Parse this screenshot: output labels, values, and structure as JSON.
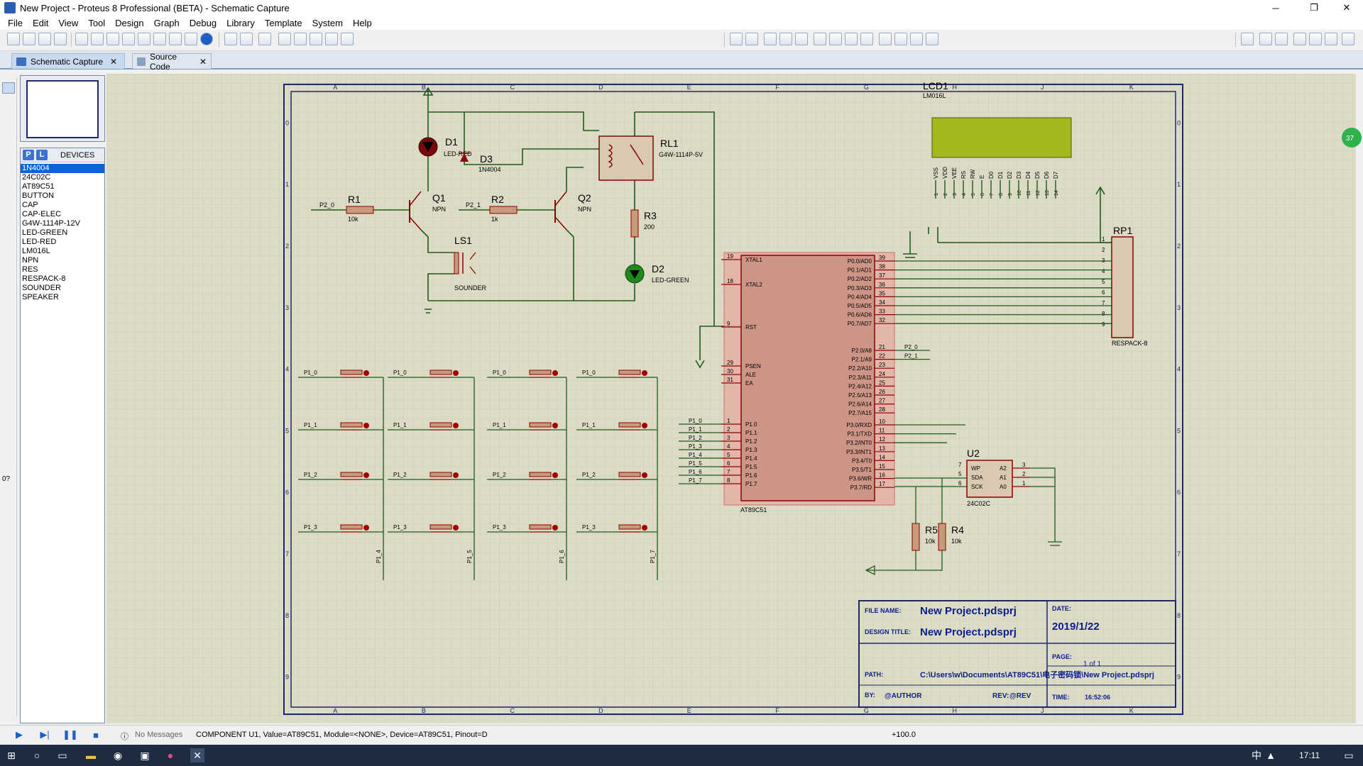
{
  "window": {
    "title": "New Project - Proteus 8 Professional (BETA) - Schematic Capture",
    "minimize": "─",
    "restore": "❐",
    "close": "✕"
  },
  "menu": [
    "File",
    "Edit",
    "View",
    "Tool",
    "Design",
    "Graph",
    "Debug",
    "Library",
    "Template",
    "System",
    "Help"
  ],
  "tabs": [
    {
      "label": "Schematic Capture",
      "close": "✕",
      "active": true
    },
    {
      "label": "Source Code",
      "close": "✕",
      "active": false
    }
  ],
  "devices": {
    "title": "DEVICES",
    "p_btn": "P",
    "l_btn": "L",
    "items": [
      "1N4004",
      "24C02C",
      "AT89C51",
      "BUTTON",
      "CAP",
      "CAP-ELEC",
      "G4W-1114P-12V",
      "LED-GREEN",
      "LED-RED",
      "LM016L",
      "NPN",
      "RES",
      "RESPACK-8",
      "SOUNDER",
      "SPEAKER"
    ],
    "selected": "1N4004"
  },
  "left_rotation": "0?",
  "schematic": {
    "cols": [
      "A",
      "B",
      "C",
      "D",
      "E",
      "F",
      "G",
      "H",
      "J",
      "K"
    ],
    "rows": [
      "0",
      "1",
      "2",
      "3",
      "4",
      "5",
      "6",
      "7",
      "8",
      "9"
    ],
    "components": {
      "d1": {
        "ref": "D1",
        "value": "LED-RED"
      },
      "d3": {
        "ref": "D3",
        "value": "1N4004"
      },
      "rl1": {
        "ref": "RL1",
        "value": "G4W-1114P-5V"
      },
      "r1": {
        "ref": "R1",
        "value": "10k"
      },
      "r2": {
        "ref": "R2",
        "value": "1k"
      },
      "r3": {
        "ref": "R3",
        "value": "200"
      },
      "q1": {
        "ref": "Q1",
        "value": "NPN"
      },
      "q2": {
        "ref": "Q2",
        "value": "NPN"
      },
      "ls1": {
        "ref": "LS1",
        "value": "SOUNDER"
      },
      "d2": {
        "ref": "D2",
        "value": "LED-GREEN"
      },
      "lcd1": {
        "ref": "LCD1",
        "value": "LM016L"
      },
      "rp1": {
        "ref": "RP1",
        "value": "RESPACK-8"
      },
      "u1": {
        "value": "AT89C51"
      },
      "u2": {
        "ref": "U2",
        "value": "24C02C"
      },
      "r5": {
        "ref": "R5",
        "value": "10k"
      },
      "r4": {
        "ref": "R4",
        "value": "10k"
      }
    },
    "lcd_pins": [
      "VSS",
      "VDD",
      "VEE",
      "RS",
      "RW",
      "E",
      "D0",
      "D1",
      "D2",
      "D3",
      "D4",
      "D5",
      "D6",
      "D7"
    ],
    "lcd_pin_nums": [
      "1",
      "2",
      "3",
      "4",
      "5",
      "6",
      "7",
      "8",
      "9",
      "10",
      "11",
      "12",
      "13",
      "14"
    ],
    "net_labels": {
      "p2_0": "P2_0",
      "p2_1": "P2_1"
    },
    "u1_left": [
      {
        "num": "19",
        "name": "XTAL1"
      },
      {
        "num": "18",
        "name": "XTAL2"
      },
      {
        "num": "9",
        "name": "RST"
      },
      {
        "num": "29",
        "name": "PSEN"
      },
      {
        "num": "30",
        "name": "ALE"
      },
      {
        "num": "31",
        "name": "EA"
      },
      {
        "num": "1",
        "name": "P1.0"
      },
      {
        "num": "2",
        "name": "P1.1"
      },
      {
        "num": "3",
        "name": "P1.2"
      },
      {
        "num": "4",
        "name": "P1.3"
      },
      {
        "num": "5",
        "name": "P1.4"
      },
      {
        "num": "6",
        "name": "P1.5"
      },
      {
        "num": "7",
        "name": "P1.6"
      },
      {
        "num": "8",
        "name": "P1.7"
      }
    ],
    "u1_right": [
      {
        "num": "39",
        "name": "P0.0/AD0"
      },
      {
        "num": "38",
        "name": "P0.1/AD1"
      },
      {
        "num": "37",
        "name": "P0.2/AD2"
      },
      {
        "num": "36",
        "name": "P0.3/AD3"
      },
      {
        "num": "35",
        "name": "P0.4/AD4"
      },
      {
        "num": "34",
        "name": "P0.5/AD5"
      },
      {
        "num": "33",
        "name": "P0.6/AD6"
      },
      {
        "num": "32",
        "name": "P0.7/AD7"
      },
      {
        "num": "21",
        "name": "P2.0/A8"
      },
      {
        "num": "22",
        "name": "P2.1/A9"
      },
      {
        "num": "23",
        "name": "P2.2/A10"
      },
      {
        "num": "24",
        "name": "P2.3/A11"
      },
      {
        "num": "25",
        "name": "P2.4/A12"
      },
      {
        "num": "26",
        "name": "P2.5/A13"
      },
      {
        "num": "27",
        "name": "P2.6/A14"
      },
      {
        "num": "28",
        "name": "P2.7/A15"
      },
      {
        "num": "10",
        "name": "P3.0/RXD"
      },
      {
        "num": "11",
        "name": "P3.1/TXD"
      },
      {
        "num": "12",
        "name": "P3.2/INT0"
      },
      {
        "num": "13",
        "name": "P3.3/INT1"
      },
      {
        "num": "14",
        "name": "P3.4/T0"
      },
      {
        "num": "15",
        "name": "P3.5/T1"
      },
      {
        "num": "16",
        "name": "P3.6/WR"
      },
      {
        "num": "17",
        "name": "P3.7/RD"
      }
    ],
    "u1_p1_labels": [
      "P1_0",
      "P1_1",
      "P1_2",
      "P1_3",
      "P1_4",
      "P1_5",
      "P1_6",
      "P1_7"
    ],
    "u1_p2_labels": [
      "P2_0",
      "P2_1"
    ],
    "rp1_pins": [
      "1",
      "2",
      "3",
      "4",
      "5",
      "6",
      "7",
      "8",
      "9"
    ],
    "u2_pins": [
      {
        "num": "7",
        "name": "WP",
        "rname": "A2",
        "rnum": "3"
      },
      {
        "num": "5",
        "name": "SDA",
        "rname": "A1",
        "rnum": "2"
      },
      {
        "num": "6",
        "name": "SCK",
        "rname": "A0",
        "rnum": "1"
      }
    ],
    "keypad_row_labels": [
      "P1_0",
      "P1_1",
      "P1_2",
      "P1_3"
    ],
    "keypad_col_labels": [
      "P1_4",
      "P1_5",
      "P1_6",
      "P1_7"
    ],
    "title_block": {
      "file_name_label": "FILE NAME:",
      "file_name": "New Project.pdsprj",
      "design_title_label": "DESIGN TITLE:",
      "design_title": "New Project.pdsprj",
      "path_label": "PATH:",
      "path": "C:\\Users\\w\\Documents\\AT89C51\\电子密码锁\\New Project.pdsprj",
      "by_label": "BY:",
      "by": "@AUTHOR",
      "rev_label": "REV:",
      "rev": "@REV",
      "date_label": "DATE:",
      "date": "2019/1/22",
      "page_label": "PAGE:",
      "page": "1 of 1",
      "time_label": "TIME:",
      "time": "16:52:06"
    },
    "side_badge": "37"
  },
  "status": {
    "messages": "No Messages",
    "component": "COMPONENT U1, Value=AT89C51, Module=<NONE>, Device=AT89C51, Pinout=D",
    "coord": "+100.0"
  },
  "taskbar": {
    "time": "17:11",
    "ime": "中"
  },
  "colors": {
    "sheet": "#dcdcc6",
    "border": "#1d2a66",
    "wire": "#1f5a1f",
    "component": "#8b0000",
    "ic_fill": "#d8a090",
    "lcd_screen": "#a4b81c",
    "title_text": "#0a1e8c"
  }
}
